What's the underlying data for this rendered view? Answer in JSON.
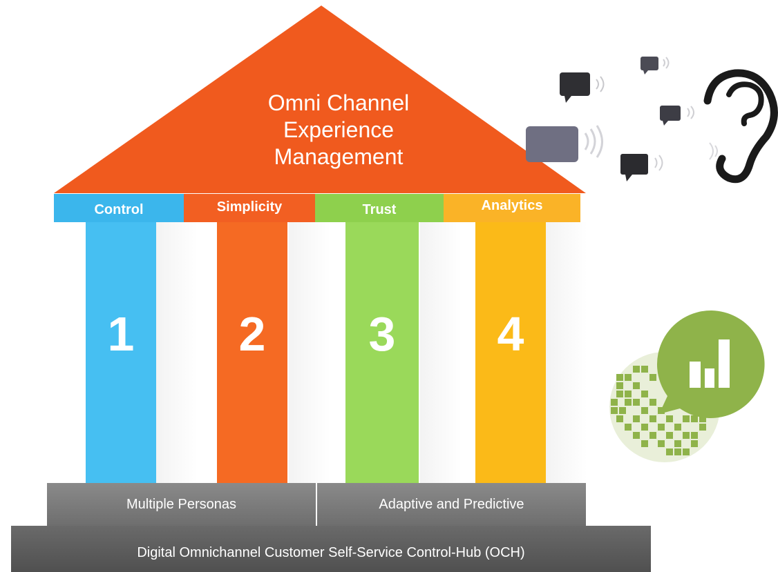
{
  "roof": {
    "title_lines": [
      "Omni Channel",
      "Experience",
      "Management"
    ],
    "color": "#f05a1e"
  },
  "pillars": [
    {
      "label": "Control",
      "number": "1",
      "band_color": "#3bb6ec",
      "pillar_color": "#46bff2"
    },
    {
      "label": "Simplicity",
      "number": "2",
      "band_color": "#f25f22",
      "pillar_color": "#f56a23"
    },
    {
      "label": "Trust",
      "number": "3",
      "band_color": "#8ed04d",
      "pillar_color": "#9ad95a"
    },
    {
      "label": "Analytics",
      "number": "4",
      "band_color": "#fab327",
      "pillar_color": "#fbba18"
    }
  ],
  "bases": {
    "left": "Multiple Personas",
    "right": "Adaptive and Predictive",
    "bottom": "Digital Omnichannel Customer Self-Service Control-Hub (OCH)"
  },
  "icons": [
    "speech-bubbles-icon",
    "ear-icon",
    "analytics-chart-icon"
  ],
  "colors": {
    "base_light": "#7a7a7a",
    "base_dark": "#595959",
    "analytics_green": "#8fb34a"
  }
}
